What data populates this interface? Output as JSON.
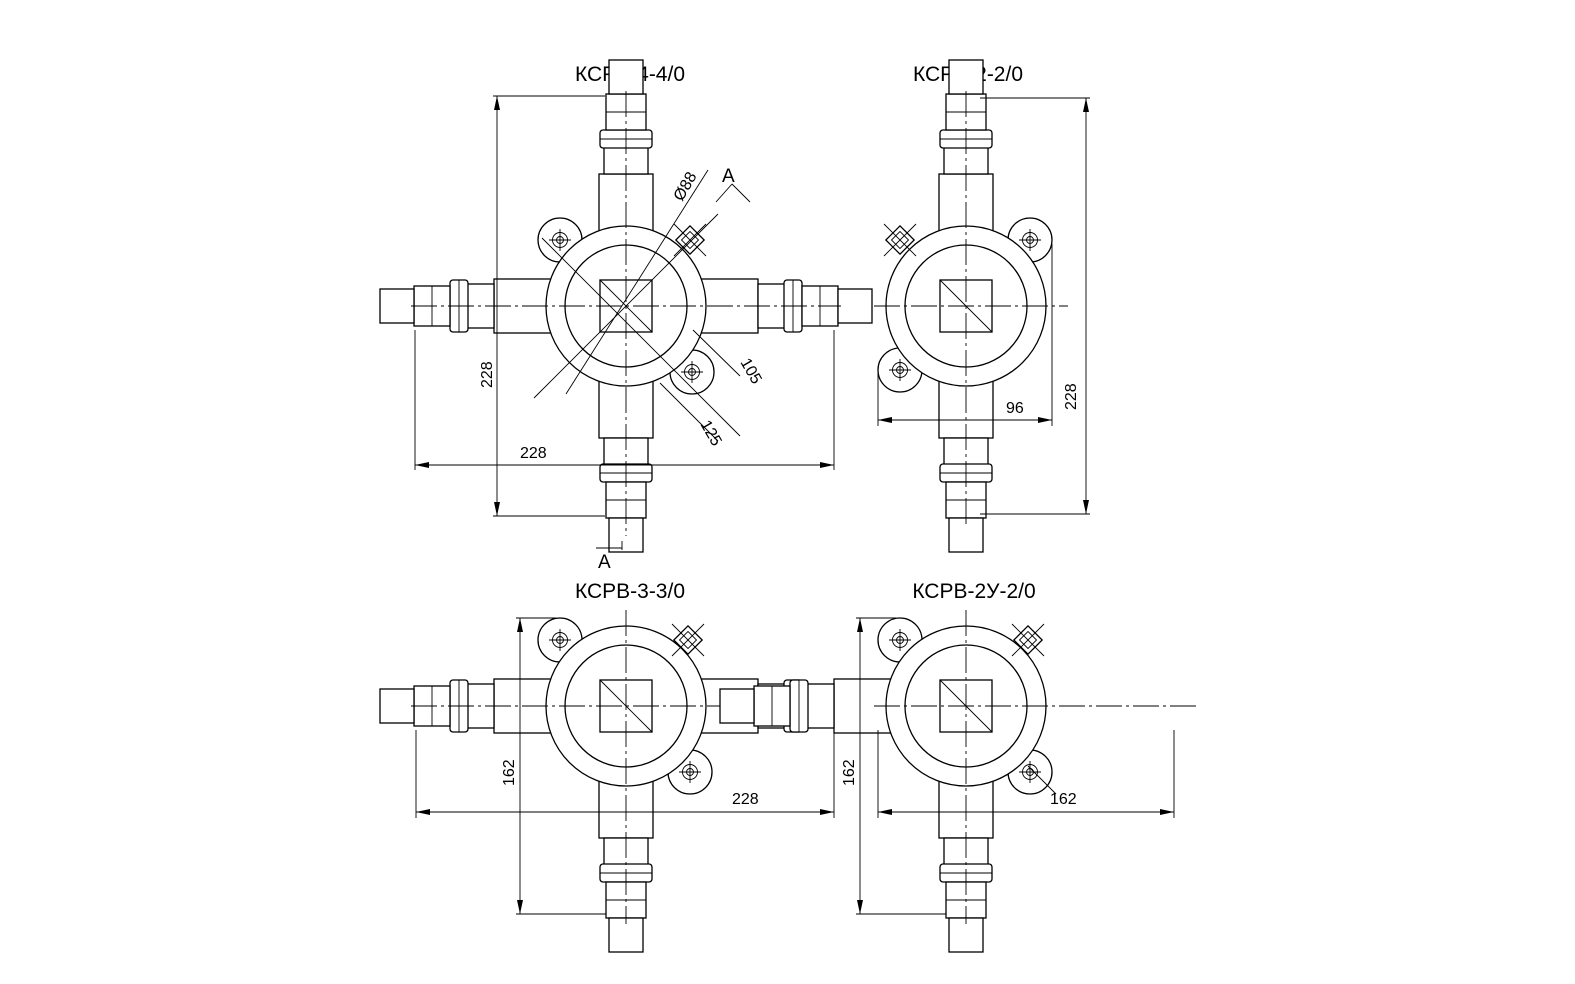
{
  "views": [
    {
      "title": "КСРВ-4-4/0",
      "dims": {
        "height": "228",
        "width": "228",
        "dia_inner": "Ø88",
        "dia_mid": "105",
        "dia_outer": "125"
      },
      "section_mark": "A",
      "section_mark_bottom": "A"
    },
    {
      "title": "КСРВ-2-2/0",
      "dims": {
        "height": "228",
        "lug_span": "96"
      }
    },
    {
      "title": "КСРВ-3-3/0",
      "dims": {
        "height": "162",
        "width": "228"
      }
    },
    {
      "title": "КСРВ-2У-2/0",
      "dims": {
        "height": "162",
        "width": "162"
      }
    }
  ]
}
